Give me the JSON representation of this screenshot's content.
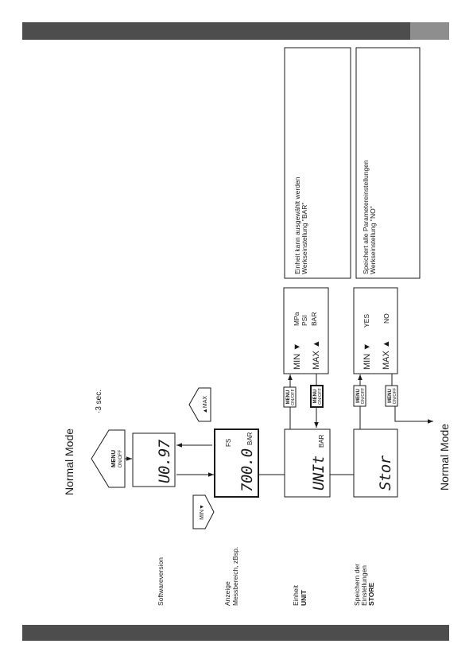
{
  "colors": {
    "bar": "#4d4d4d",
    "bar_tab": "#8e8e8e"
  },
  "mode_start": "Normal Mode",
  "mode_end": "Normal Mode",
  "menu_key": {
    "title": "MENU",
    "subtitle": "ON/OFF"
  },
  "hold_hint": "·3 sec.",
  "nav_keys": {
    "min": "MIN▼",
    "max": "▲MAX"
  },
  "steps": [
    {
      "label": [
        "Softwareversion"
      ],
      "display": "U0.97"
    },
    {
      "label": [
        "Anzeige",
        "Messbereich, zBsp."
      ],
      "display_prefix": "FS",
      "display": "700.0",
      "unit": "BAR"
    },
    {
      "label": [
        "Einheit"
      ],
      "label_bold": "UNIT",
      "display": "UNIt",
      "unit": "BAR"
    },
    {
      "label": [
        "Speichern der",
        "Einstellungen"
      ],
      "label_bold": "STORE",
      "display": "Stor"
    }
  ],
  "unit_selection": {
    "min": "MIN ▼",
    "max": "MAX ▲",
    "options": [
      "MPa",
      "PSI",
      "BAR"
    ],
    "description": [
      "Einheit kann ausgewählt werden",
      "Werkseinstellung \"BAR\""
    ]
  },
  "store_selection": {
    "min": "MIN ▼",
    "max": "MAX ▲",
    "options": [
      "YES",
      "NO"
    ],
    "description": [
      "Speichert alle Parametereinstellungen",
      "Werkseinstellung \"NO\""
    ]
  }
}
